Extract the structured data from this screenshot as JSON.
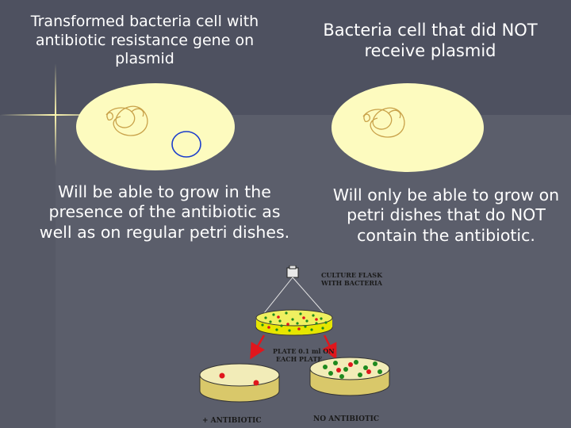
{
  "slide": {
    "left_top_text": "Transformed bacteria cell with antibiotic resistance gene on plasmid",
    "right_top_text": "Bacteria cell that did NOT receive plasmid",
    "left_bottom_text": "Will be able to grow in the presence of the antibiotic as well as on regular petri dishes.",
    "right_bottom_text": "Will only be able to grow on petri dishes that do NOT contain the antibiotic."
  },
  "diagram": {
    "flask_label_line1": "CULTURE FLASK",
    "flask_label_line2": "WITH BACTERIA",
    "plate_label_line1": "PLATE 0.1 ml ON",
    "plate_label_line2": "EACH PLATE",
    "left_dish_label": "+ ANTIBIOTIC",
    "right_dish_label": "NO ANTIBIOTIC"
  },
  "colors": {
    "background": "#5b5e6b",
    "cell_fill": "#fdfbbf",
    "dna_strand": "#c9a24a",
    "plasmid": "#1a3ccc",
    "colony_red": "#e0161c",
    "colony_green": "#1e8a1e",
    "arrow": "#e0161c"
  }
}
